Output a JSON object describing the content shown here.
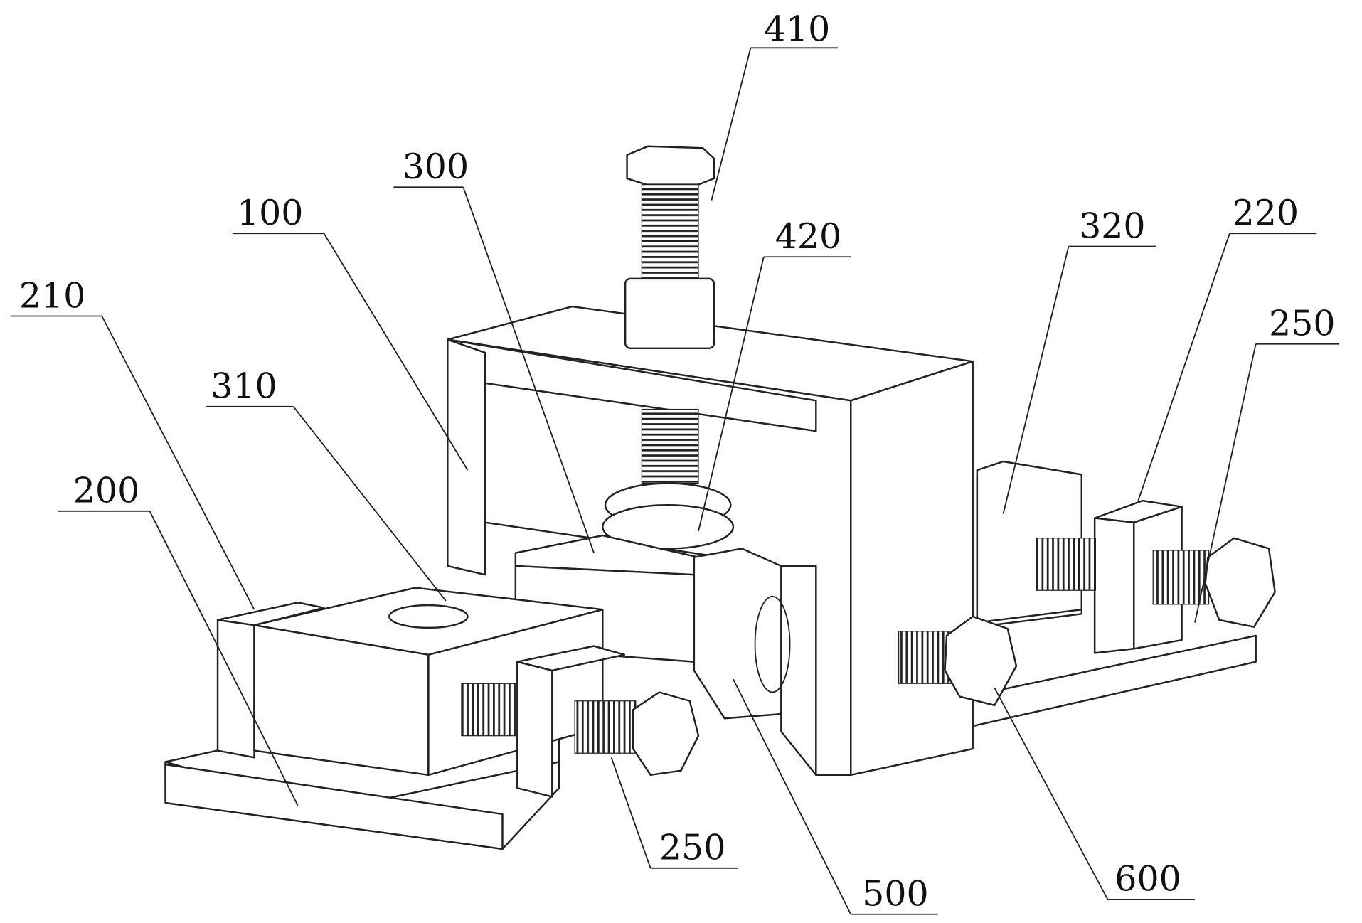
{
  "figure": {
    "labels": [
      "410",
      "300",
      "100",
      "420",
      "320",
      "220",
      "250",
      "210",
      "310",
      "200",
      "250",
      "500",
      "600"
    ]
  }
}
